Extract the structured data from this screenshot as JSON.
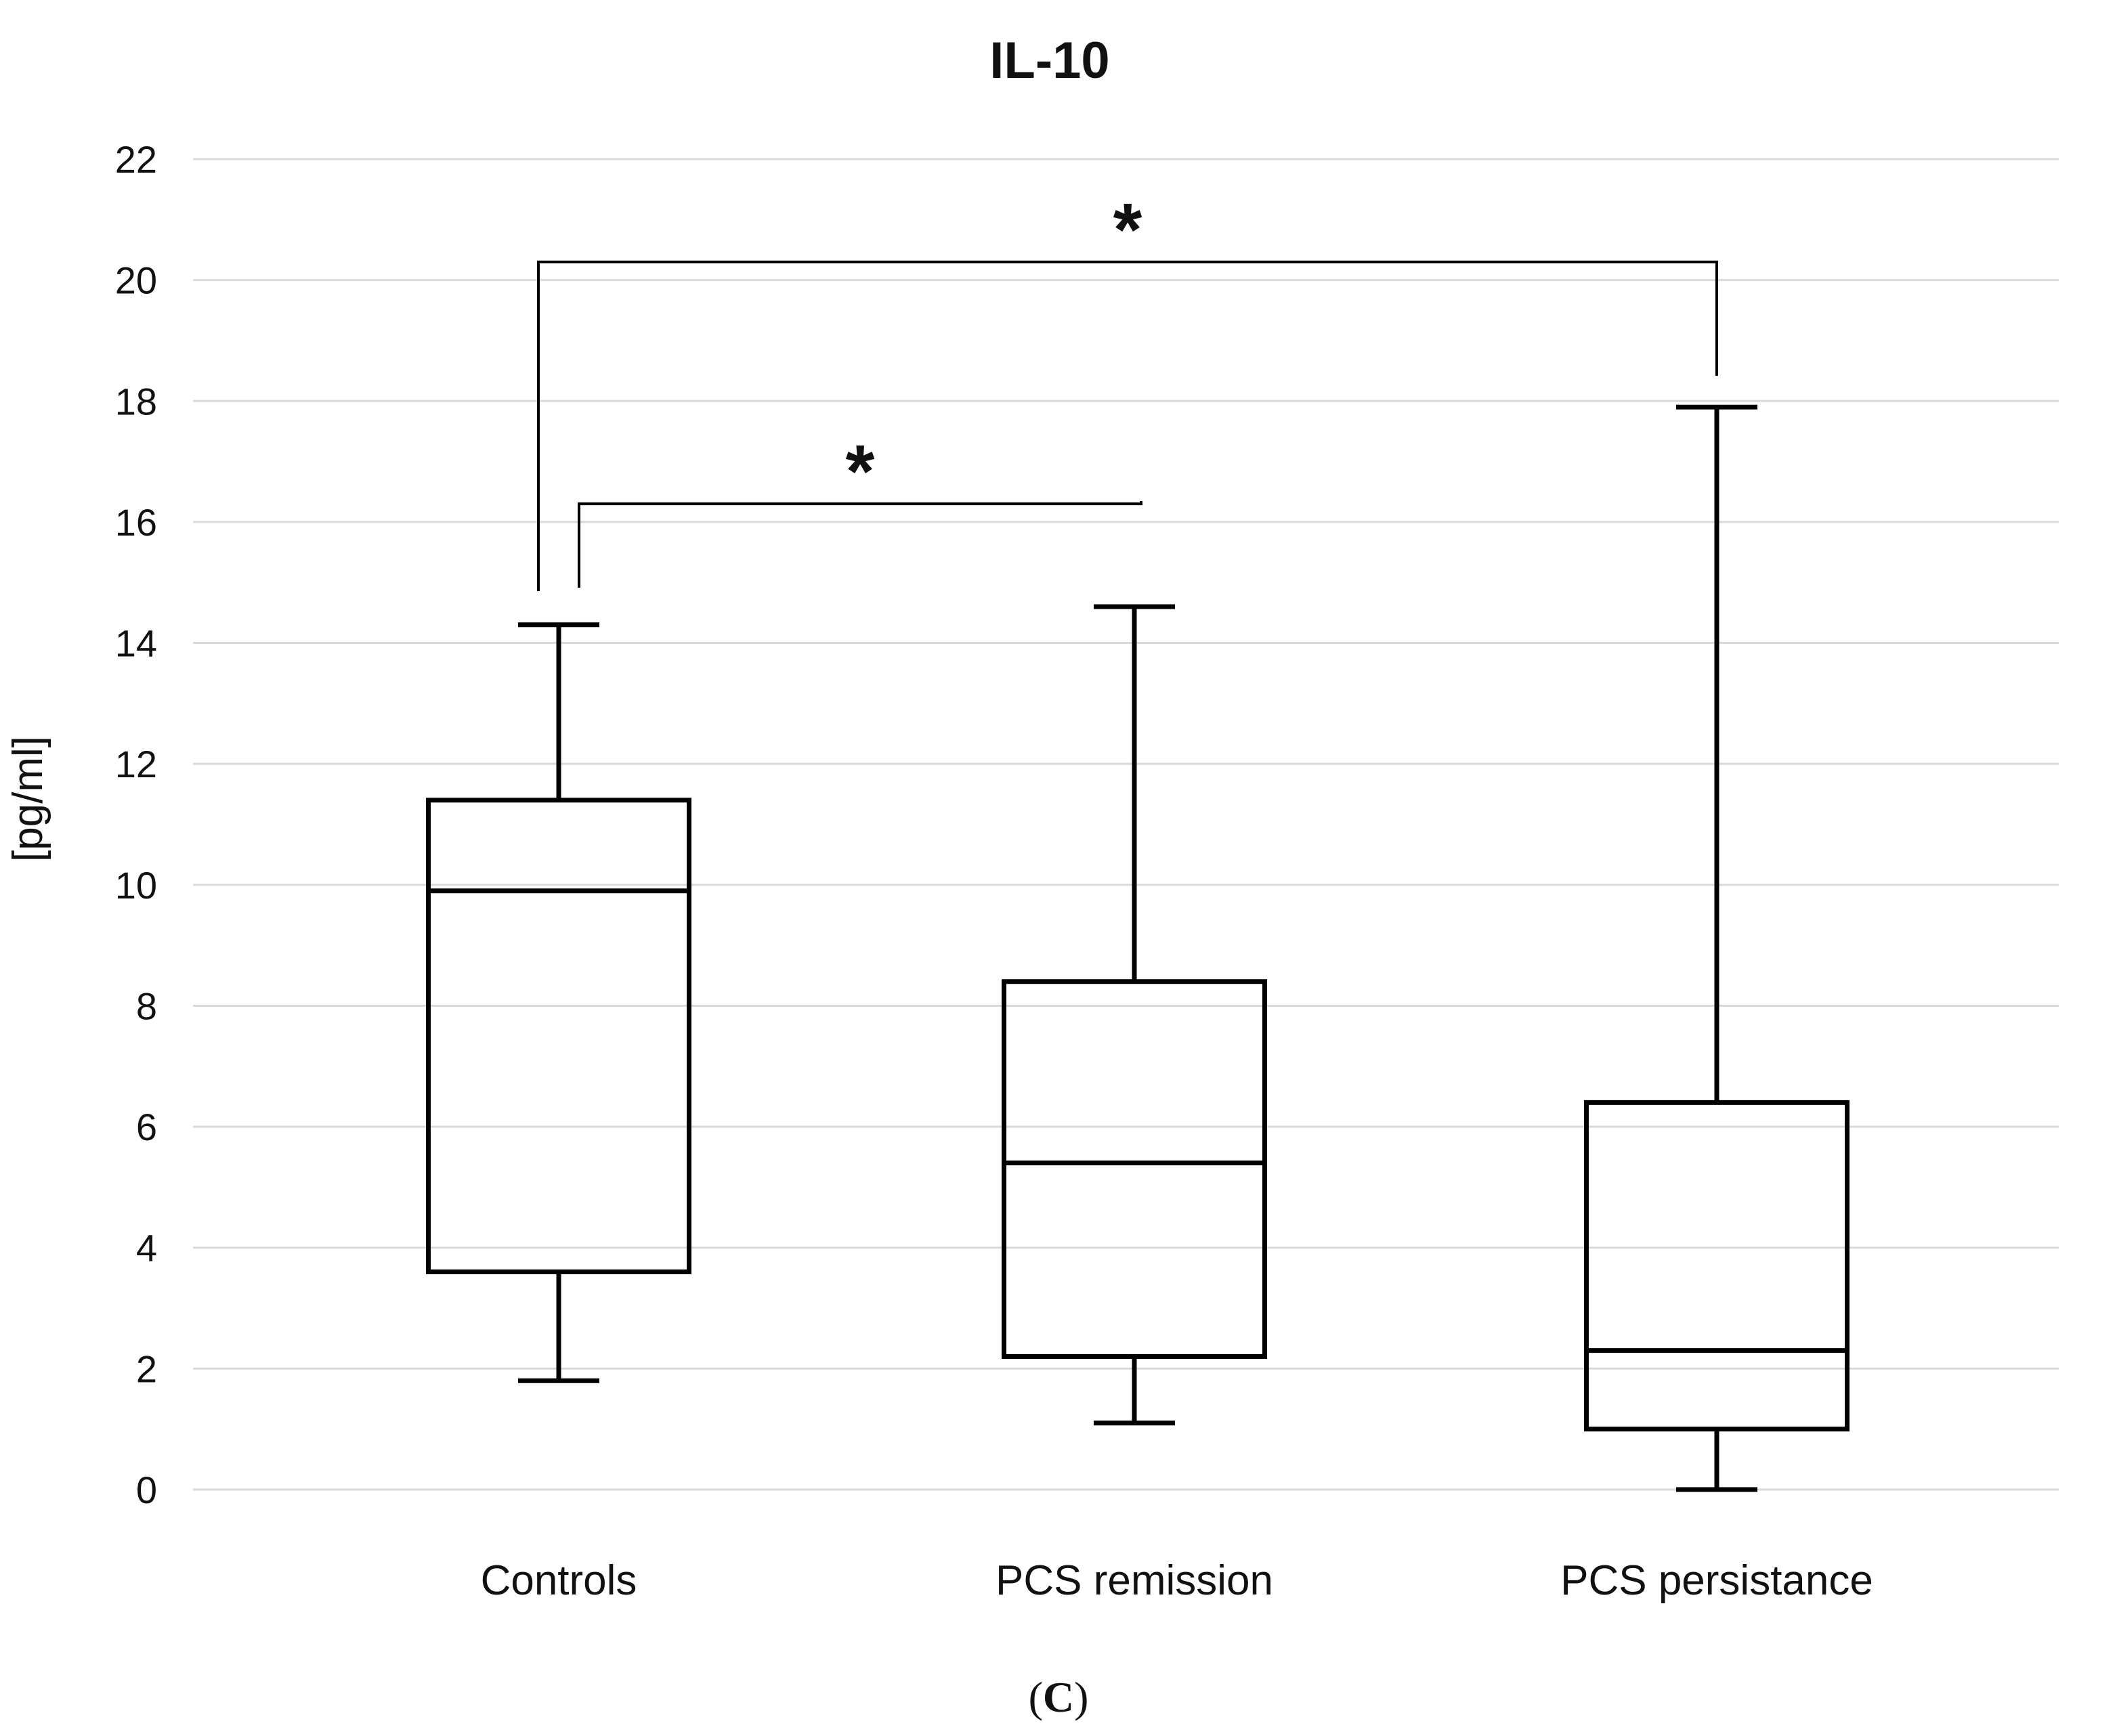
{
  "chart_data": {
    "type": "boxplot",
    "title": "IL-10",
    "ylabel": "[pg/ml]",
    "xlabel": "",
    "ylim": [
      0,
      22
    ],
    "yticks": [
      0,
      2,
      4,
      6,
      8,
      10,
      12,
      14,
      16,
      18,
      20,
      22
    ],
    "grid": true,
    "categories": [
      "Controls",
      "PCS remission",
      "PCS persistance"
    ],
    "boxes": [
      {
        "category": "Controls",
        "min": 1.8,
        "q1": 3.6,
        "median": 9.9,
        "q3": 11.4,
        "max": 14.3
      },
      {
        "category": "PCS remission",
        "min": 1.1,
        "q1": 2.2,
        "median": 5.4,
        "q3": 8.4,
        "max": 14.6
      },
      {
        "category": "PCS persistance",
        "min": 0.0,
        "q1": 1.0,
        "median": 2.3,
        "q3": 6.4,
        "max": 17.9
      }
    ],
    "significance": [
      {
        "from": "Controls",
        "to": "PCS persistance",
        "y": 20.3,
        "symbol": "*"
      },
      {
        "from": "Controls",
        "to": "PCS remission",
        "y": 16.3,
        "symbol": "*"
      }
    ]
  },
  "panel_label": {
    "open": "(",
    "letter": "C",
    "close": ")"
  }
}
